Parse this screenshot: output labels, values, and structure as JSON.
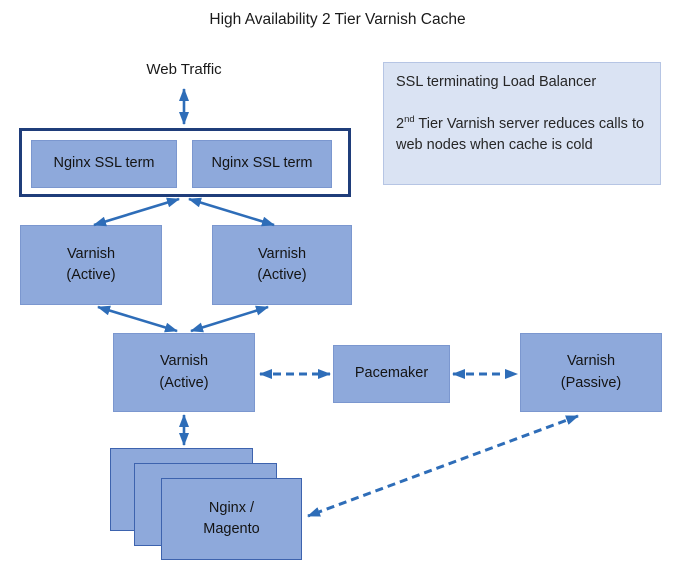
{
  "title": "High Availability 2 Tier Varnish Cache",
  "colors": {
    "arrow": "#2e6db8",
    "node_fill": "#8ea9db",
    "node_border": "#7b97cf",
    "container_border": "#1f3d7a",
    "stack_border": "#3d63ae",
    "info_fill": "#dae3f3",
    "info_border": "#b6c5e4",
    "text": "#1f1f1f"
  },
  "nodes": {
    "web_traffic": "Web Traffic",
    "nginx_ssl_left": "Nginx SSL term",
    "nginx_ssl_right": "Nginx SSL term",
    "varnish_active_left": "Varnish\n(Active)",
    "varnish_active_right": "Varnish\n(Active)",
    "varnish_active_bottom": "Varnish\n(Active)",
    "pacemaker": "Pacemaker",
    "varnish_passive": "Varnish\n(Passive)",
    "web_nodes": "Nginx /\nMagento"
  },
  "info_box": {
    "line1": "SSL terminating Load Balancer",
    "line2_num": "2",
    "line2_sup": "nd",
    "line2_rest": " Tier Varnish server reduces calls to web nodes when cache is cold"
  }
}
